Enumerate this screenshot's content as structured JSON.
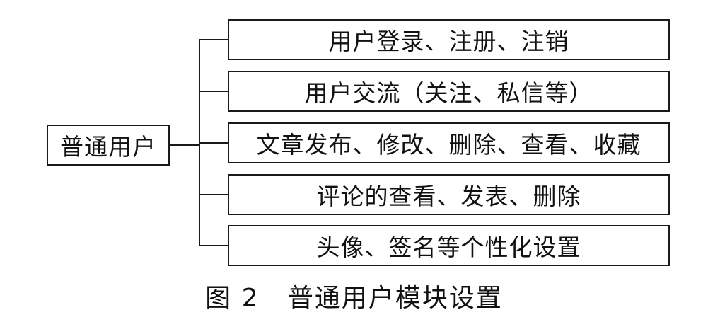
{
  "diagram": {
    "root": "普通用户",
    "children": [
      "用户登录、注册、注销",
      "用户交流（关注、私信等）",
      "文章发布、修改、删除、查看、收藏",
      "评论的查看、发表、删除",
      "头像、签名等个性化设置"
    ]
  },
  "caption": {
    "label": "图 2",
    "title": "普通用户模块设置"
  }
}
